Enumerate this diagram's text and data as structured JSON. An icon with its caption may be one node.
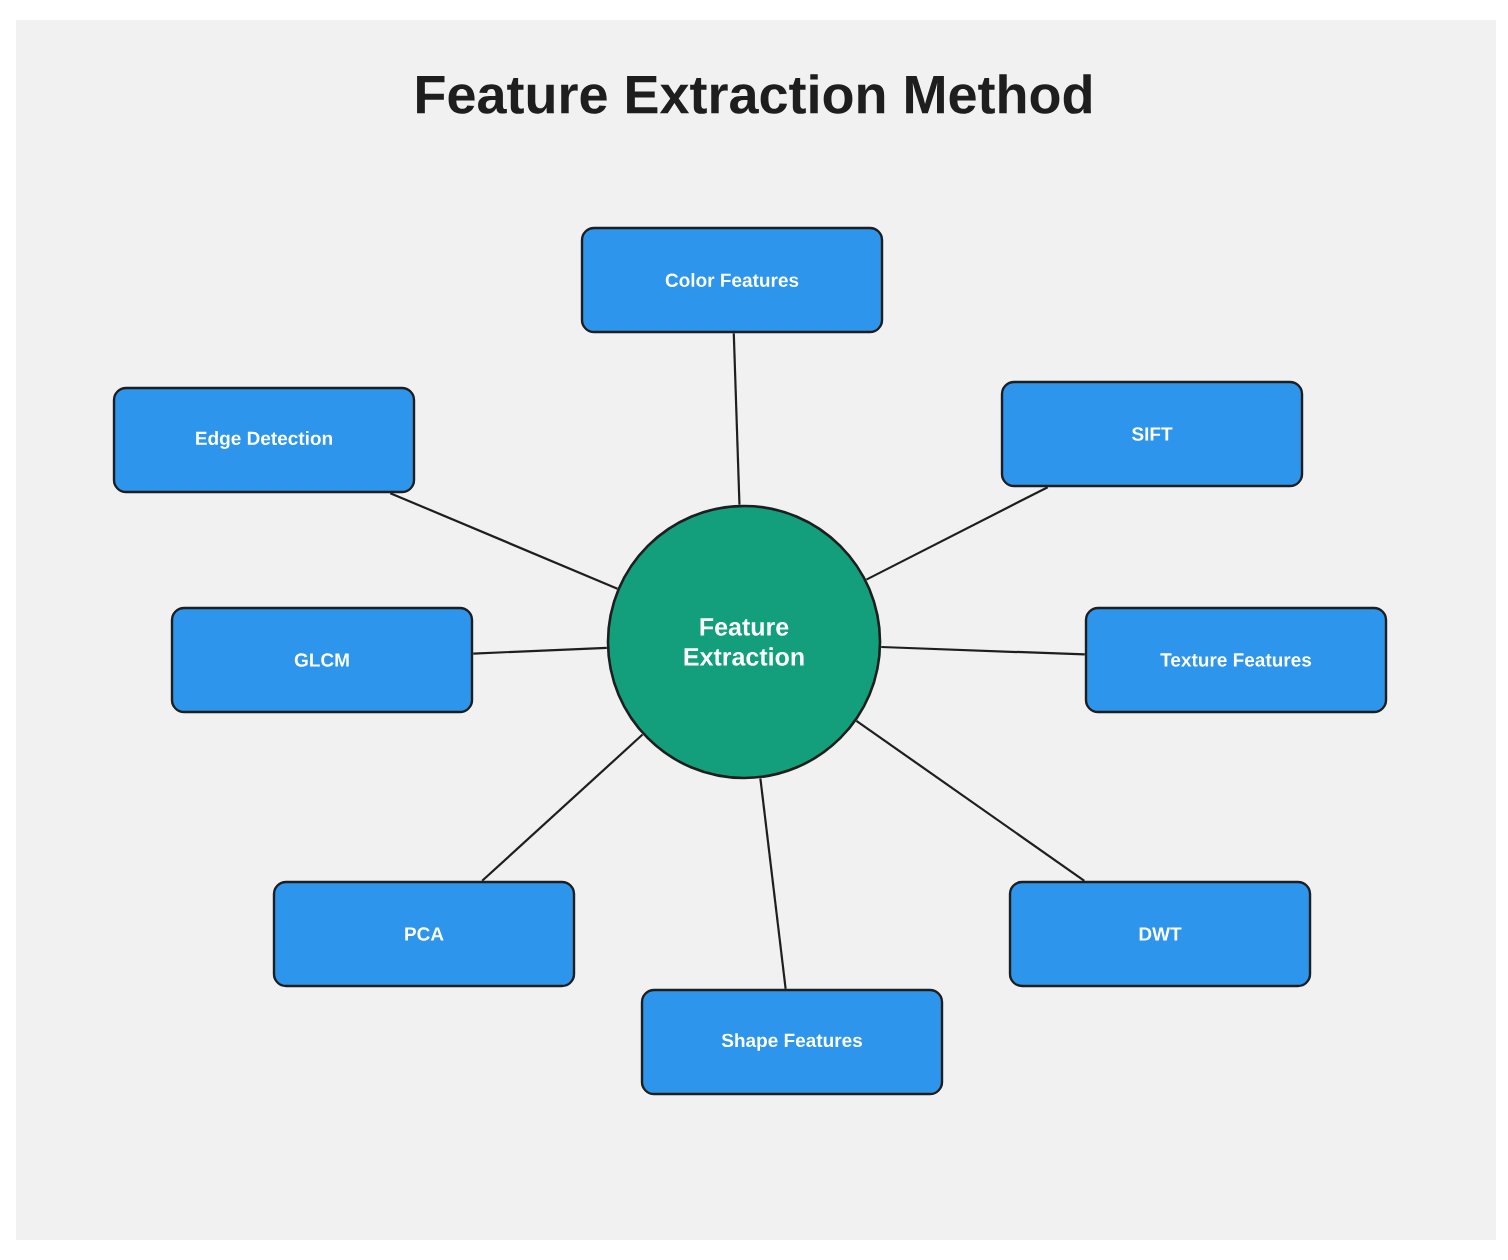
{
  "diagram": {
    "title": "Feature Extraction Method",
    "nodes": [
      {
        "text": [
          "Feature Extraction"
        ]
      },
      {
        "text": [
          "Color Features"
        ]
      },
      {
        "text": [
          "Edge Detection"
        ]
      },
      {
        "text": [
          "SIFT"
        ]
      },
      {
        "text": [
          "GLCM"
        ]
      },
      {
        "text": [
          "Texture Features"
        ]
      },
      {
        "text": [
          "PCA"
        ]
      },
      {
        "text": [
          "DWT"
        ]
      },
      {
        "text": [
          "Shape Features"
        ]
      }
    ],
    "edges": [
      {
        "from": 0,
        "to": 1,
        "arrow": "none"
      },
      {
        "from": 0,
        "to": 2,
        "arrow": "none"
      },
      {
        "from": 0,
        "to": 3,
        "arrow": "none"
      },
      {
        "from": 0,
        "to": 4,
        "arrow": "none"
      },
      {
        "from": 0,
        "to": 5,
        "arrow": "none"
      },
      {
        "from": 0,
        "to": 6,
        "arrow": "none"
      },
      {
        "from": 0,
        "to": 7,
        "arrow": "none"
      },
      {
        "from": 0,
        "to": 8,
        "arrow": "none"
      }
    ]
  }
}
